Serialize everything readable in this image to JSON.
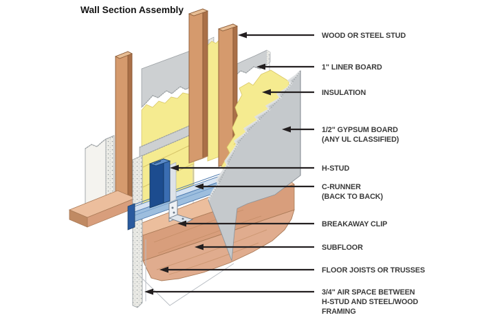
{
  "title": "Wall Section Assembly",
  "labels": [
    {
      "id": "wood-or-steel-stud",
      "lines": [
        "WOOD OR STEEL STUD"
      ]
    },
    {
      "id": "liner-board",
      "lines": [
        "1\" LINER BOARD"
      ]
    },
    {
      "id": "insulation",
      "lines": [
        "INSULATION"
      ]
    },
    {
      "id": "gypsum-board",
      "lines": [
        "1/2\" GYPSUM BOARD",
        "(ANY UL CLASSIFIED)"
      ]
    },
    {
      "id": "h-stud",
      "lines": [
        "H-STUD"
      ]
    },
    {
      "id": "c-runner",
      "lines": [
        "C-RUNNER",
        "(BACK TO BACK)"
      ]
    },
    {
      "id": "breakaway-clip",
      "lines": [
        "BREAKAWAY CLIP"
      ]
    },
    {
      "id": "subfloor",
      "lines": [
        "SUBFLOOR"
      ]
    },
    {
      "id": "floor-joists",
      "lines": [
        "FLOOR JOISTS OR TRUSSES"
      ]
    },
    {
      "id": "air-space",
      "lines": [
        "3/4\" AIR SPACE BETWEEN",
        "H-STUD AND STEEL/WOOD",
        "FRAMING"
      ]
    }
  ],
  "colors": {
    "wood_face": "#d59a6d",
    "wood_side": "#aa7048",
    "wood_top": "#e7bd94",
    "floor_top": "#ecbe9d",
    "floor_front": "#d89e7c",
    "joist": "#e0ac8e",
    "insulation": "#f5eb90",
    "liner_gray": "#cdd0d2",
    "liner_face": "#efeeea",
    "gypsum": "#c5c9cc",
    "h_stud_blue": "#1c4c8f",
    "c_runner_blue": "#9dbede",
    "clip": "#eef1f5",
    "arrow": "#231f20",
    "label_text": "#3a3a3a"
  }
}
